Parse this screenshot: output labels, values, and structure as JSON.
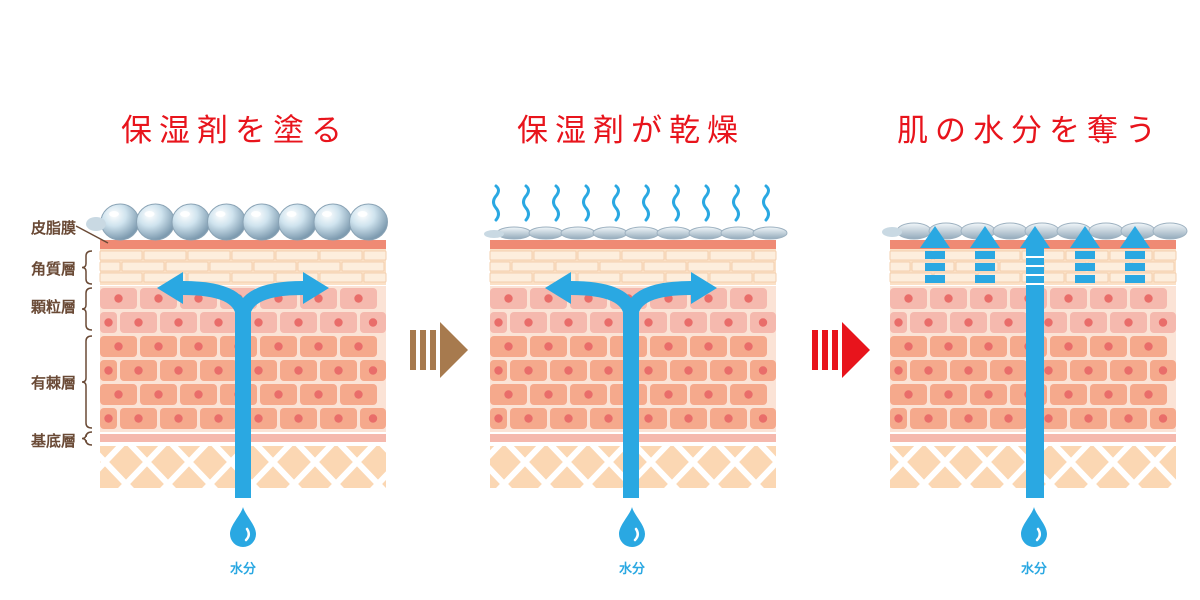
{
  "titles": {
    "panel1": "保湿剤を塗る",
    "panel2": "保湿剤が乾燥",
    "panel3": "肌の水分を奪う"
  },
  "layers": {
    "sebum_film": "皮脂膜",
    "stratum_corneum": "角質層",
    "stratum_granulosum": "顆粒層",
    "stratum_spinosum": "有棘層",
    "stratum_basale": "基底層"
  },
  "water_label": "水分",
  "colors": {
    "title": "#e8141c",
    "label": "#6a4a36",
    "water": "#2aa8e2",
    "arrow_brown": "#a77a4e",
    "arrow_red": "#e8141c",
    "cell_pink": "#f5b9ae",
    "cell_orange": "#f5a98c",
    "nucleus": "#e96d6a",
    "corneum": "#fbe0c6",
    "dermis": "#fbd7b3"
  },
  "icons": [
    "water-drop-icon",
    "arrow-right-icon",
    "steam-icon",
    "moisturizer-bead-icon"
  ]
}
